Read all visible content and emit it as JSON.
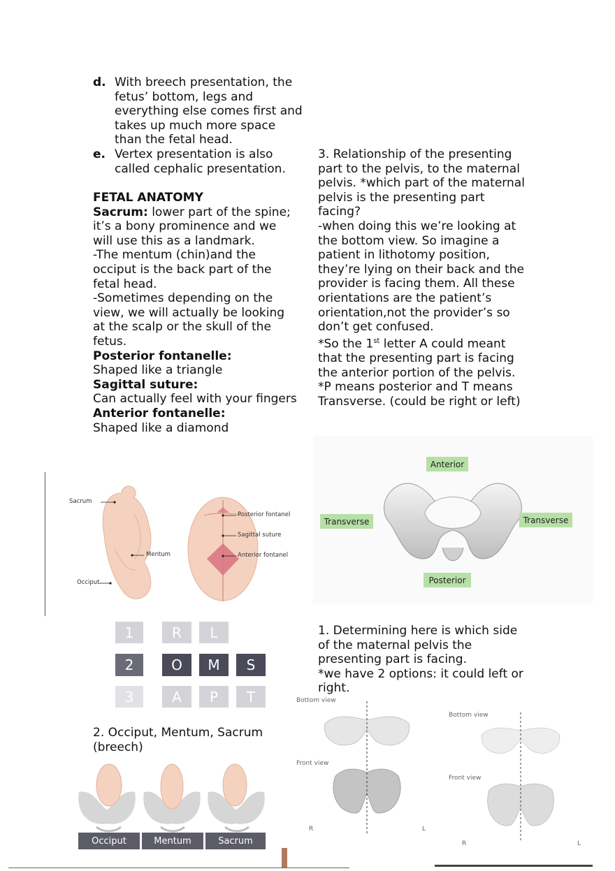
{
  "list": [
    {
      "marker": "d.",
      "text": "With breech presentation, the fetus’ bottom, legs and everything else comes first and takes up much more space than the fetal head."
    },
    {
      "marker": "e.",
      "text": "Vertex presentation is also called cephalic presentation."
    }
  ],
  "fetal": {
    "heading": "FETAL ANATOMY",
    "sacrum_label": "Sacrum:",
    "sacrum_text": " lower part of the spine; it’s a bony prominence and we will use this as a landmark.",
    "mentum_text": "-The mentum (chin)and the occiput is the back part of the fetal head.",
    "sometimes_text": "-Sometimes depending on the view, we will actually be looking at the scalp or the skull of the fetus.",
    "post_label": "Posterior fontanelle:",
    "post_text": "Shaped like a triangle",
    "sag_label": "Sagittal suture:",
    "sag_text": "Can actually feel with your fingers",
    "ant_label": "Anterior fontanelle:",
    "ant_text": "Shaped like a  diamond"
  },
  "right": {
    "relationship": "3. Relationship of the presenting part to the pelvis, to the maternal pelvis. *which part of the maternal pelvis is the presenting part facing?",
    "bottom_view": "-when doing this we’re looking at the bottom view. So imagine a patient in lithotomy position, they’re lying on their back and the provider is facing them. All these orientations are the patient’s orientation,not the provider’s so don’t get confused.",
    "first_a": "*So the 1",
    "first_sup": "st",
    "first_b": " letter A could meant that the presenting part is facing the anterior portion of the pelvis.",
    "p_means": "*P means posterior and T means Transverse. (could be right or left)",
    "determining": "1. Determining here is which side of the maternal pelvis the presenting part is facing.",
    "two_options": "*we have 2 options: it could left or right."
  },
  "occiput_caption": "2. Occiput, Mentum, Sacrum (breech)",
  "fig_fetus": {
    "sacrum": "Sacrum",
    "mentum": "Mentum",
    "occiput": "Occiput",
    "posterior": "Posterior fontanel",
    "sagittal": "Sagittal suture",
    "anterior": "Anterior fontanel"
  },
  "fig_pelvis": {
    "anterior": "Anterior",
    "posterior": "Posterior",
    "transverse_left": "Transverse",
    "transverse_right": "Transverse"
  },
  "grid": {
    "row1": [
      "1",
      "R",
      "L"
    ],
    "row2": [
      "2",
      "O",
      "M",
      "S"
    ],
    "row3": [
      "3",
      "A",
      "P",
      "T"
    ]
  },
  "fig_views": {
    "bottom1": "Bottom view",
    "front1": "Front view",
    "r1": "R",
    "l1": "L",
    "bottom2": "Bottom view",
    "front2": "Front view",
    "r2": "R",
    "l2": "L"
  },
  "fig_breech": {
    "occiput": "Occiput",
    "mentum": "Mentum",
    "sacrum": "Sacrum"
  },
  "colors": {
    "grid_light": "#d4d4d8",
    "grid_dark": "#4a4a58",
    "label_green": "#b6e0a6",
    "fontanel_red": "#d9727d",
    "skin": "#f4d2bf",
    "caption_bar": "#5c5c68"
  }
}
